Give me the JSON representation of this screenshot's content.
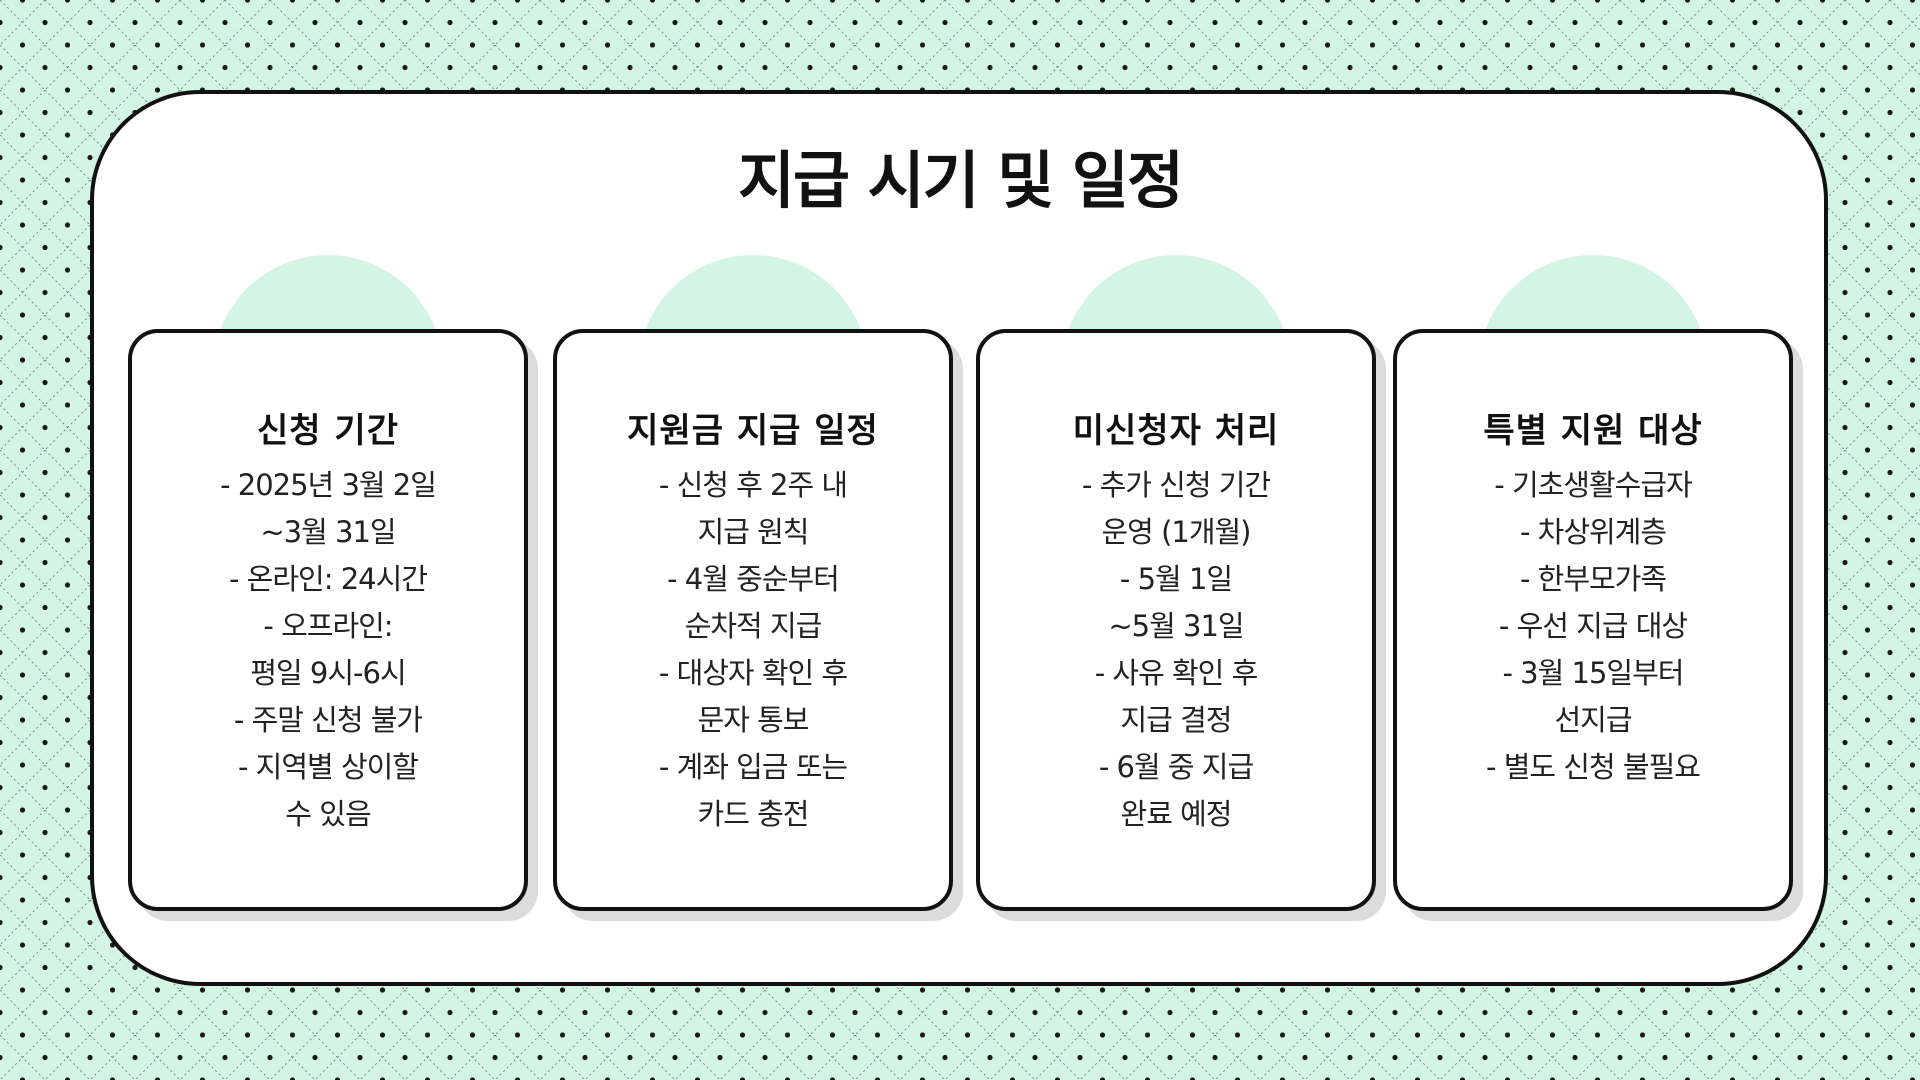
{
  "title": "지급 시기 및 일정",
  "colors": {
    "background": "#d2f6e3",
    "panel": "#ffffff",
    "border": "#111111",
    "shadow": "#dcdcdc"
  },
  "cards": [
    {
      "title": "신청 기간",
      "lines": [
        "- 2025년 3월 2일",
        "~3월 31일",
        "- 온라인: 24시간",
        "- 오프라인:",
        "평일 9시-6시",
        "- 주말 신청 불가",
        "- 지역별 상이할",
        "수 있음"
      ]
    },
    {
      "title": "지원금 지급 일정",
      "lines": [
        "- 신청 후 2주 내",
        "지급 원칙",
        "- 4월 중순부터",
        "순차적 지급",
        "- 대상자 확인 후",
        "문자 통보",
        "- 계좌 입금 또는",
        "카드 충전"
      ]
    },
    {
      "title": "미신청자 처리",
      "lines": [
        "- 추가 신청 기간",
        "운영 (1개월)",
        "- 5월 1일",
        "~5월 31일",
        "- 사유 확인 후",
        "지급 결정",
        "- 6월 중 지급",
        "완료 예정"
      ]
    },
    {
      "title": "특별 지원 대상",
      "lines": [
        "- 기초생활수급자",
        "- 차상위계층",
        "- 한부모가족",
        "- 우선 지급 대상",
        "- 3월 15일부터",
        "선지급",
        "- 별도 신청 불필요"
      ]
    }
  ]
}
